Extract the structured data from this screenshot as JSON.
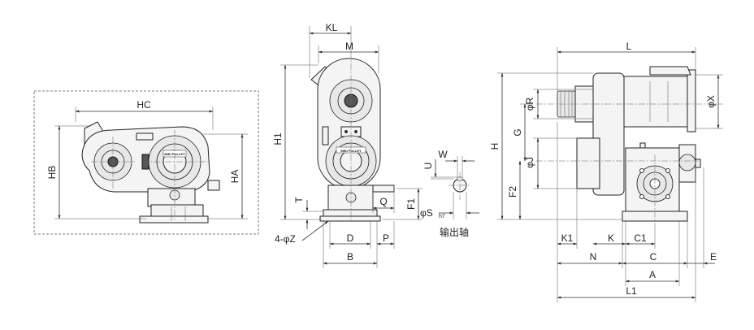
{
  "front_view": {
    "dims": {
      "hc": "HC",
      "hb": "HB",
      "ha": "HA"
    },
    "plate_text": "MIKI PULLEY"
  },
  "side_view": {
    "dims": {
      "kl": "KL",
      "m": "M",
      "h1": "H1",
      "t": "T",
      "z": "4-φZ",
      "d": "D",
      "b": "B",
      "q": "Q",
      "p": "P",
      "f1": "F1",
      "s": "φS",
      "s_tol": "h7",
      "u": "U",
      "w": "W"
    },
    "shaft_label": "输出轴",
    "plate_text": "MIKI PULLEY"
  },
  "end_view": {
    "dims": {
      "l": "L",
      "r": "φR",
      "x": "φX",
      "g": "G",
      "h": "H",
      "j": "φJ",
      "f2": "F2",
      "k1": "K1",
      "k": "K",
      "c1": "C1",
      "n": "N",
      "c": "C",
      "e": "E",
      "a": "A",
      "l1": "L1"
    }
  }
}
